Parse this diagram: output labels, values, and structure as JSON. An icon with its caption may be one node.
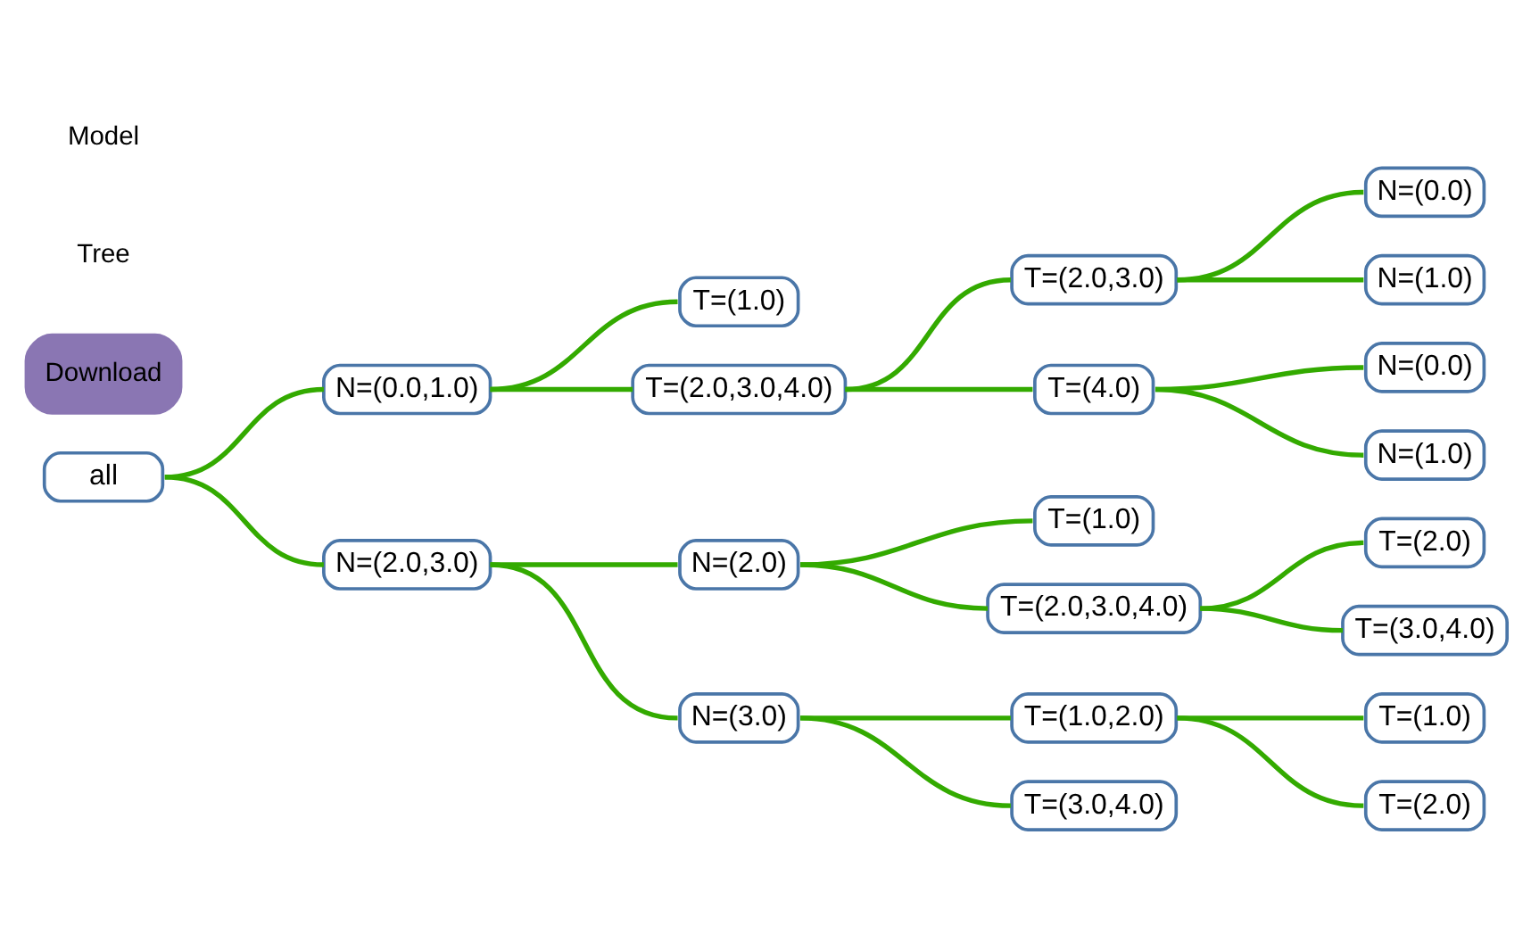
{
  "diagram": {
    "nodes": [
      {
        "text": [
          "all"
        ]
      },
      {
        "text": [
          "N=(0.0,1.0)"
        ]
      },
      {
        "text": [
          "N=(2.0,3.0)"
        ]
      },
      {
        "text": [
          "T=(1.0)"
        ]
      },
      {
        "text": [
          "T=(2.0,3.0,4.0)"
        ]
      },
      {
        "text": [
          "T=(2.0,3.0)"
        ]
      },
      {
        "text": [
          "T=(4.0)"
        ]
      },
      {
        "text": [
          "N=(0.0)"
        ]
      },
      {
        "text": [
          "N=(1.0)"
        ]
      },
      {
        "text": [
          "N=(0.0)"
        ]
      },
      {
        "text": [
          "N=(1.0)"
        ]
      },
      {
        "text": [
          "N=(2.0)"
        ]
      },
      {
        "text": [
          "N=(3.0)"
        ]
      },
      {
        "text": [
          "T=(1.0)"
        ]
      },
      {
        "text": [
          "T=(2.0,3.0,4.0)"
        ]
      },
      {
        "text": [
          "T=(2.0)"
        ]
      },
      {
        "text": [
          "T=(3.0,4.0)"
        ]
      },
      {
        "text": [
          "T=(1.0,2.0)"
        ]
      },
      {
        "text": [
          "T=(3.0,4.0)"
        ]
      },
      {
        "text": [
          "T=(1.0)"
        ]
      },
      {
        "text": [
          "T=(2.0)"
        ]
      }
    ],
    "edges": [
      {
        "from": 0,
        "to": 1,
        "arrow": "none"
      },
      {
        "from": 0,
        "to": 2,
        "arrow": "none"
      },
      {
        "from": 1,
        "to": 3,
        "arrow": "none"
      },
      {
        "from": 1,
        "to": 4,
        "arrow": "none"
      },
      {
        "from": 4,
        "to": 5,
        "arrow": "none"
      },
      {
        "from": 4,
        "to": 6,
        "arrow": "none"
      },
      {
        "from": 5,
        "to": 7,
        "arrow": "none"
      },
      {
        "from": 5,
        "to": 8,
        "arrow": "none"
      },
      {
        "from": 6,
        "to": 9,
        "arrow": "none"
      },
      {
        "from": 6,
        "to": 10,
        "arrow": "none"
      },
      {
        "from": 2,
        "to": 11,
        "arrow": "none"
      },
      {
        "from": 2,
        "to": 12,
        "arrow": "none"
      },
      {
        "from": 11,
        "to": 13,
        "arrow": "none"
      },
      {
        "from": 11,
        "to": 14,
        "arrow": "none"
      },
      {
        "from": 14,
        "to": 15,
        "arrow": "none"
      },
      {
        "from": 14,
        "to": 16,
        "arrow": "none"
      },
      {
        "from": 12,
        "to": 17,
        "arrow": "none"
      },
      {
        "from": 12,
        "to": 18,
        "arrow": "none"
      },
      {
        "from": 17,
        "to": 19,
        "arrow": "none"
      },
      {
        "from": 17,
        "to": 20,
        "arrow": "none"
      }
    ],
    "labels": [
      "Download",
      "Tree",
      "Model"
    ]
  }
}
